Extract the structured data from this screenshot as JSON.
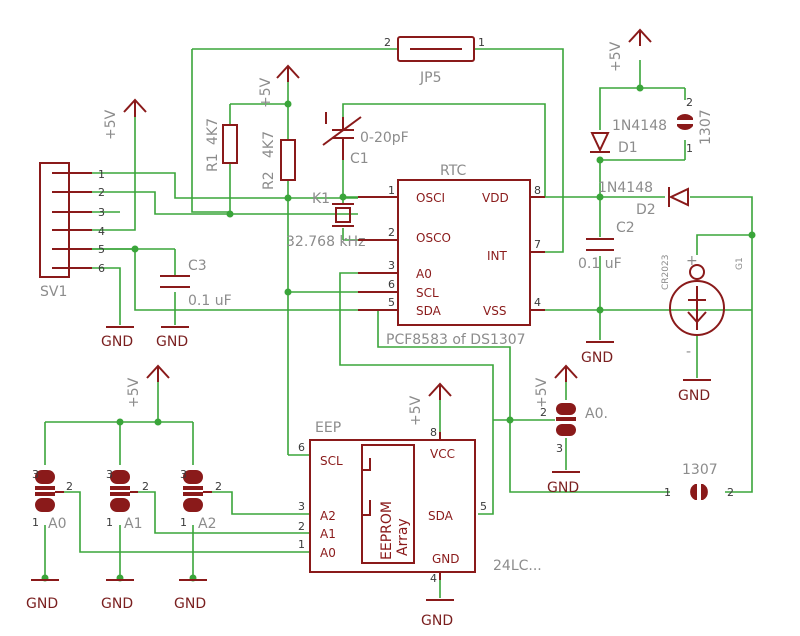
{
  "supply_labels": {
    "vcc": "+5V",
    "ground": "GND"
  },
  "connector": {
    "name": "SV1",
    "pins": [
      "1",
      "2",
      "3",
      "4",
      "5",
      "6"
    ]
  },
  "jumper": {
    "name": "JP5",
    "pin_left": "2",
    "pin_right": "1"
  },
  "resistors": [
    {
      "name": "R1",
      "value": "4K7"
    },
    {
      "name": "R2",
      "value": "4K7"
    }
  ],
  "trimmer_cap": {
    "name": "C1",
    "value": "0-20pF"
  },
  "crystal": {
    "name": "K1",
    "value": "32.768 kHz"
  },
  "capacitors": [
    {
      "name": "C3",
      "value": "0.1 uF"
    },
    {
      "name": "C2",
      "value": "0.1 uF"
    }
  ],
  "rtc": {
    "name": "RTC",
    "part": "PCF8583 of DS1307",
    "left_pins": [
      {
        "num": "1",
        "name": "OSCI"
      },
      {
        "num": "2",
        "name": "OSCO"
      },
      {
        "num": "3",
        "name": "A0"
      },
      {
        "num": "6",
        "name": "SCL"
      },
      {
        "num": "5",
        "name": "SDA"
      }
    ],
    "right_pins": [
      {
        "num": "8",
        "name": "VDD"
      },
      {
        "num": "7",
        "name": "INT"
      },
      {
        "num": "4",
        "name": "VSS"
      }
    ]
  },
  "diodes": [
    {
      "name": "D1",
      "value": "1N4148"
    },
    {
      "name": "D2",
      "value": "1N4148"
    }
  ],
  "solder_jumper_top": {
    "name": "1307",
    "pin_top": "2",
    "pin_bottom": "1"
  },
  "battery": {
    "value": "CR2023",
    "name": "G1",
    "plus": "+",
    "minus": "-"
  },
  "addr_jumper": {
    "name": "A0.",
    "pins": [
      "2",
      "3"
    ]
  },
  "solder_jumper_bottom": {
    "name": "1307",
    "pin_left": "1",
    "pin_right": "2"
  },
  "eeprom": {
    "name": "EEP",
    "inner_label_1": "EEPROM",
    "inner_label_2": "Array",
    "part": "24LC...",
    "left_pins": [
      {
        "num": "6",
        "name": "SCL"
      },
      {
        "num": "3",
        "name": "A2"
      },
      {
        "num": "2",
        "name": "A1"
      },
      {
        "num": "1",
        "name": "A0"
      }
    ],
    "right_pins": [
      {
        "num": "5",
        "name": "SDA"
      }
    ],
    "top_pin": {
      "num": "8",
      "name": "VCC"
    },
    "bottom_pin": {
      "num": "4",
      "name": "GND"
    }
  },
  "address_jumpers": [
    {
      "name": "A0",
      "pins": [
        "3",
        "2",
        "1"
      ]
    },
    {
      "name": "A1",
      "pins": [
        "3",
        "2",
        "1"
      ]
    },
    {
      "name": "A2",
      "pins": [
        "3",
        "2",
        "1"
      ]
    }
  ]
}
